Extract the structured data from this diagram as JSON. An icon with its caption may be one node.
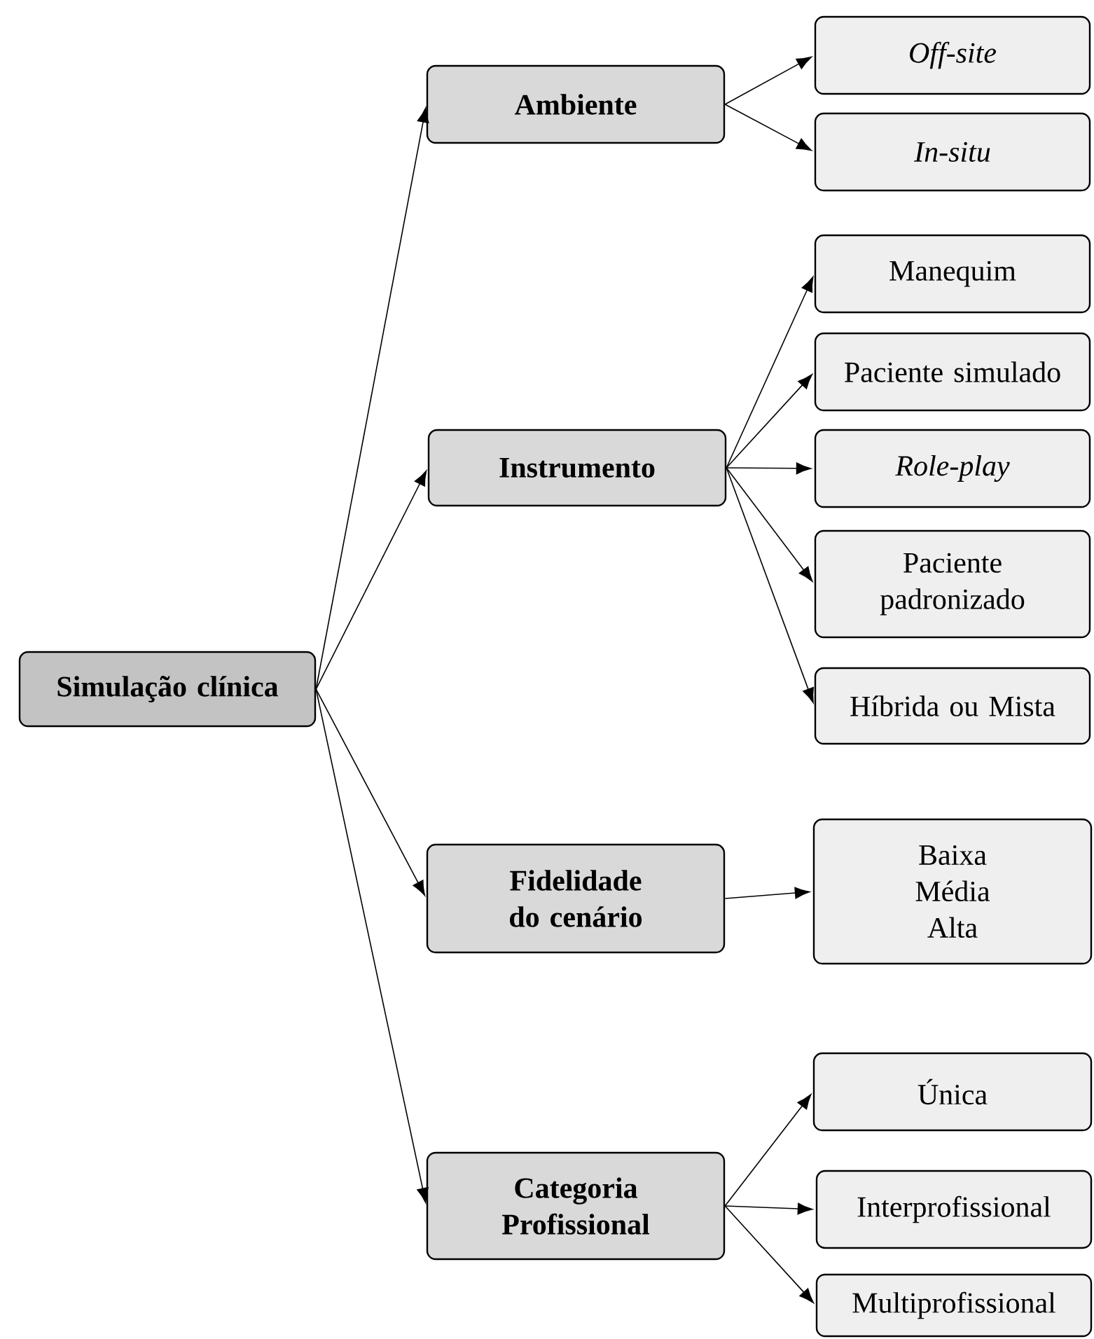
{
  "diagram": {
    "nodes": [
      {
        "text": [
          "Simulação clínica"
        ]
      },
      {
        "text": [
          "Ambiente"
        ]
      },
      {
        "text": [
          "Off-site"
        ]
      },
      {
        "text": [
          "In-situ"
        ]
      },
      {
        "text": [
          "Instrumento"
        ]
      },
      {
        "text": [
          "Manequim"
        ]
      },
      {
        "text": [
          "Paciente simulado"
        ]
      },
      {
        "text": [
          "Role-play"
        ]
      },
      {
        "text": [
          "Paciente padronizado"
        ]
      },
      {
        "text": [
          "Híbrida ou Mista"
        ]
      },
      {
        "text": [
          "Fidelidade do cenário"
        ]
      },
      {
        "text": [
          "Baixa Média Alta"
        ]
      },
      {
        "text": [
          "Categoria Profissional"
        ]
      },
      {
        "text": [
          "Única"
        ]
      },
      {
        "text": [
          "Interprofissional"
        ]
      },
      {
        "text": [
          "Multiprofissional"
        ]
      }
    ],
    "edges": [
      {
        "from": 0,
        "to": 1,
        "arrow": "to"
      },
      {
        "from": 0,
        "to": 4,
        "arrow": "to"
      },
      {
        "from": 0,
        "to": 10,
        "arrow": "to"
      },
      {
        "from": 0,
        "to": 12,
        "arrow": "to"
      },
      {
        "from": 1,
        "to": 2,
        "arrow": "to"
      },
      {
        "from": 1,
        "to": 3,
        "arrow": "to"
      },
      {
        "from": 4,
        "to": 5,
        "arrow": "to"
      },
      {
        "from": 4,
        "to": 6,
        "arrow": "to"
      },
      {
        "from": 4,
        "to": 7,
        "arrow": "to"
      },
      {
        "from": 4,
        "to": 8,
        "arrow": "to"
      },
      {
        "from": 4,
        "to": 9,
        "arrow": "to"
      },
      {
        "from": 10,
        "to": 11,
        "arrow": "to"
      },
      {
        "from": 12,
        "to": 13,
        "arrow": "to"
      },
      {
        "from": 12,
        "to": 14,
        "arrow": "to"
      },
      {
        "from": 12,
        "to": 15,
        "arrow": "to"
      }
    ]
  }
}
